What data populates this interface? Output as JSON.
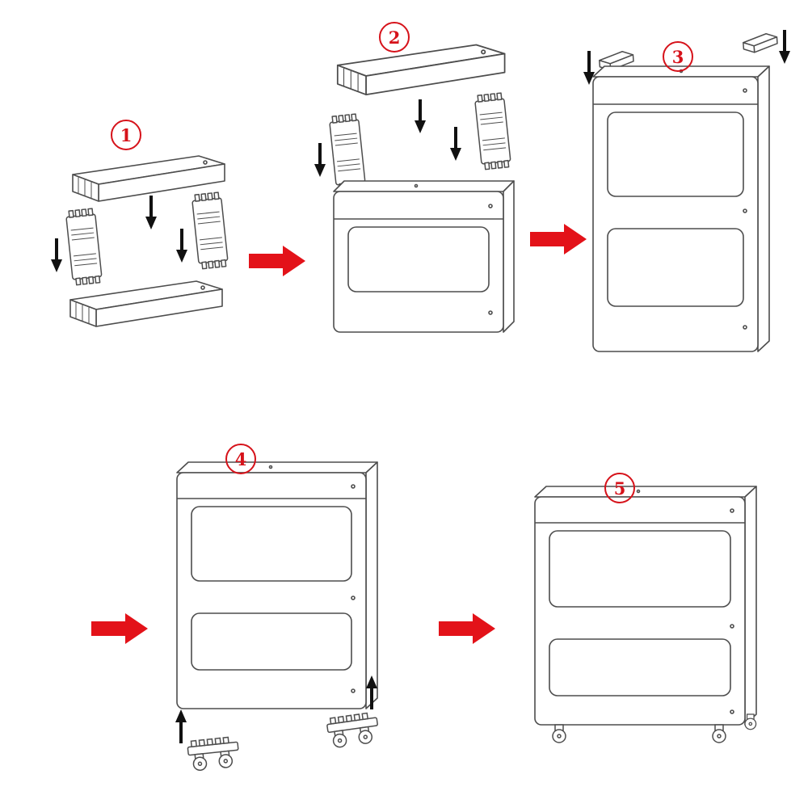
{
  "page": {
    "background": "#ffffff",
    "kind": "assembly-instruction-diagram"
  },
  "palette": {
    "line_color": "#4d4d4d",
    "black_arrow": "#111111",
    "accent_red": "#e31219",
    "badge_red": "#d6121a"
  },
  "steps": [
    {
      "number": "1"
    },
    {
      "number": "2"
    },
    {
      "number": "3"
    },
    {
      "number": "4"
    },
    {
      "number": "5"
    }
  ]
}
